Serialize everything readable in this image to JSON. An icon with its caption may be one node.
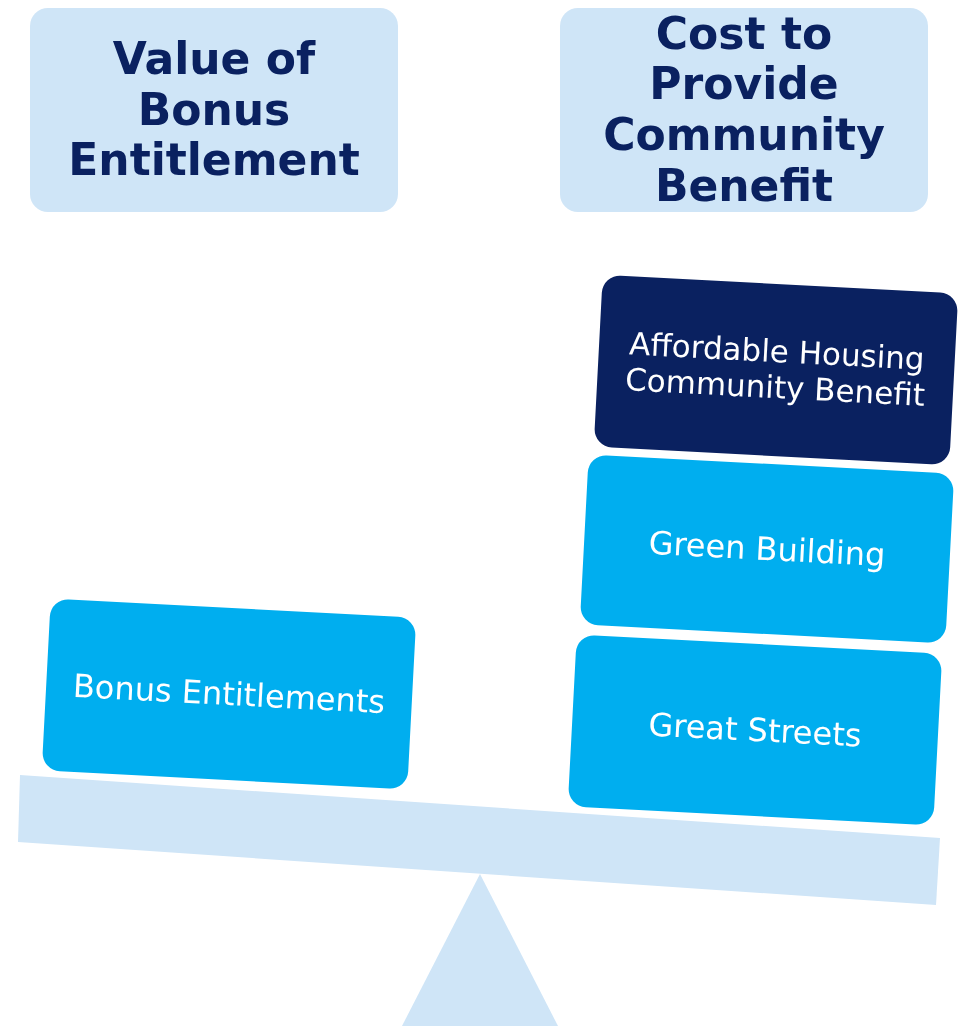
{
  "diagram": {
    "nodes": [
      {
        "text": [
          "Value of Bonus Entitlement"
        ]
      },
      {
        "text": [
          "Cost to Provide Community Benefit"
        ]
      },
      {
        "text": [
          "Affordable Housing Community Benefit"
        ]
      },
      {
        "text": [
          "Green Building"
        ]
      },
      {
        "text": [
          "Bonus Entitlements"
        ]
      },
      {
        "text": [
          "Great Streets"
        ]
      }
    ]
  }
}
